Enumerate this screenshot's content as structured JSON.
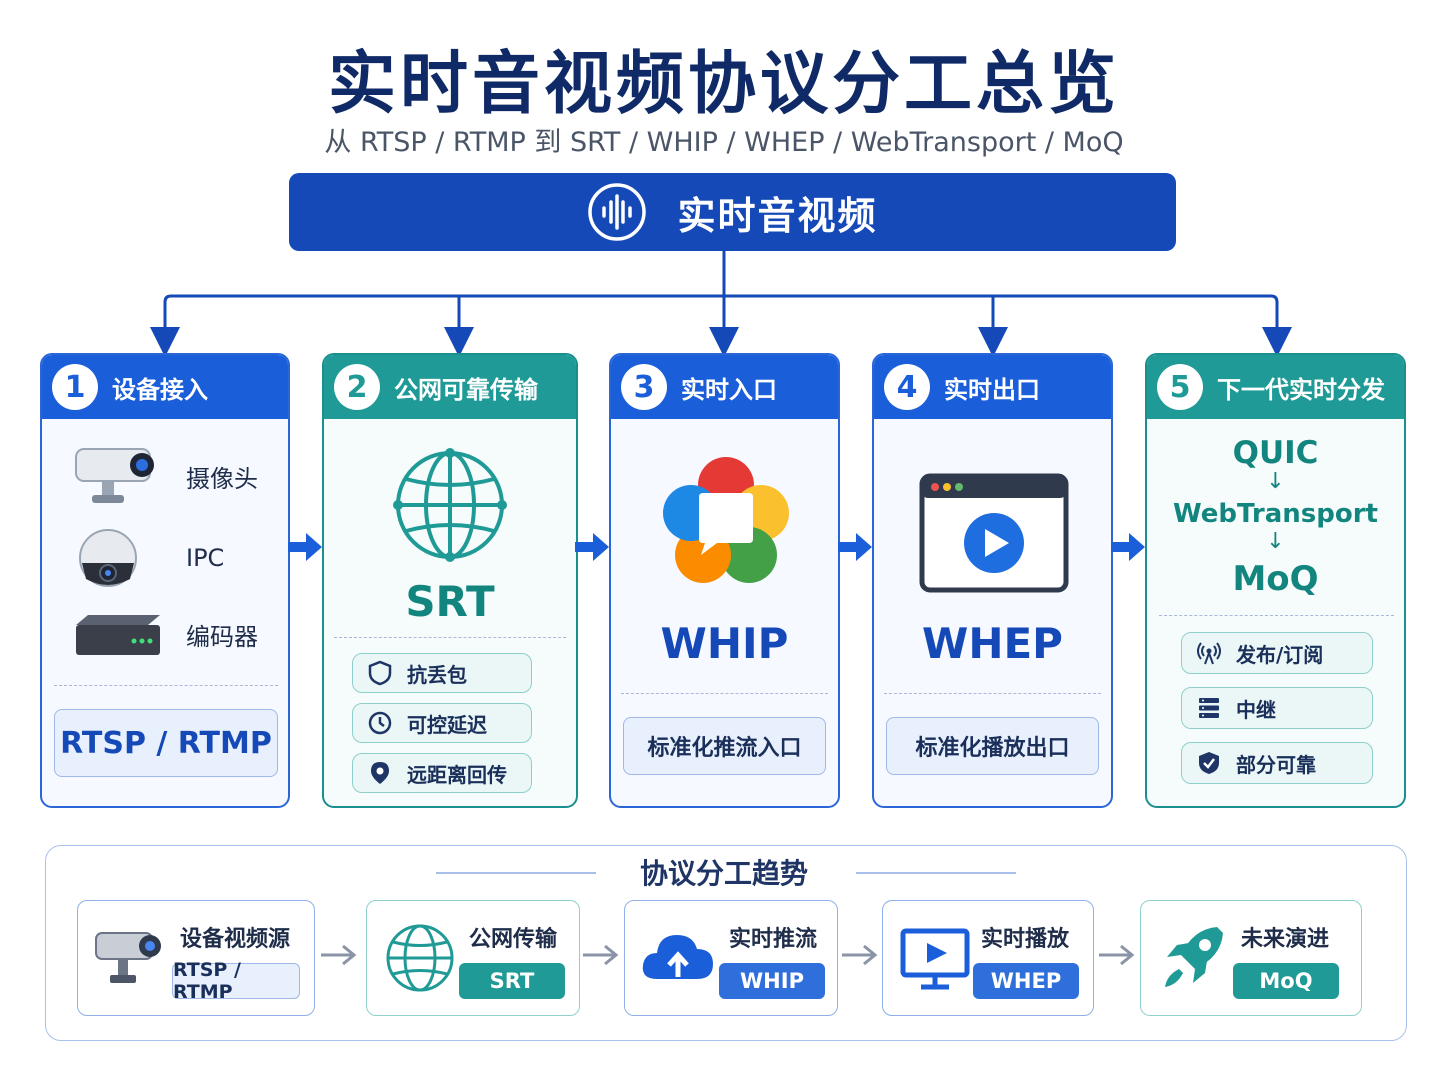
{
  "header": {
    "title": "实时音视频协议分工总览",
    "subtitle": "从 RTSP / RTMP 到 SRT / WHIP / WHEP / WebTransport / MoQ",
    "banner_label": "实时音视频"
  },
  "cards": [
    {
      "number": "1",
      "title": "设备接入",
      "devices": [
        "摄像头",
        "IPC",
        "编码器"
      ],
      "pill": "RTSP / RTMP"
    },
    {
      "number": "2",
      "title": "公网可靠传输",
      "protocol": "SRT",
      "features": [
        "抗丢包",
        "可控延迟",
        "远距离回传"
      ]
    },
    {
      "number": "3",
      "title": "实时入口",
      "protocol": "WHIP",
      "pill": "标准化推流入口"
    },
    {
      "number": "4",
      "title": "实时出口",
      "protocol": "WHEP",
      "pill": "标准化播放出口"
    },
    {
      "number": "5",
      "title": "下一代实时分发",
      "chain": [
        "QUIC",
        "WebTransport",
        "MoQ"
      ],
      "arrow_glyph": "↓",
      "features": [
        "发布/订阅",
        "中继",
        "部分可靠"
      ]
    }
  ],
  "trend": {
    "title": "协议分工趋势",
    "stages": [
      {
        "label": "设备视频源",
        "chip": "RTSP / RTMP",
        "icon": "camera-icon"
      },
      {
        "label": "公网传输",
        "chip": "SRT",
        "icon": "globe-icon"
      },
      {
        "label": "实时推流",
        "chip": "WHIP",
        "icon": "cloud-upload-icon"
      },
      {
        "label": "实时播放",
        "chip": "WHEP",
        "icon": "monitor-play-icon"
      },
      {
        "label": "未来演进",
        "chip": "MoQ",
        "icon": "rocket-icon"
      }
    ]
  },
  "colors": {
    "primary_blue": "#1b5ed9",
    "teal": "#1f9a96",
    "title_navy": "#0f2a66"
  }
}
